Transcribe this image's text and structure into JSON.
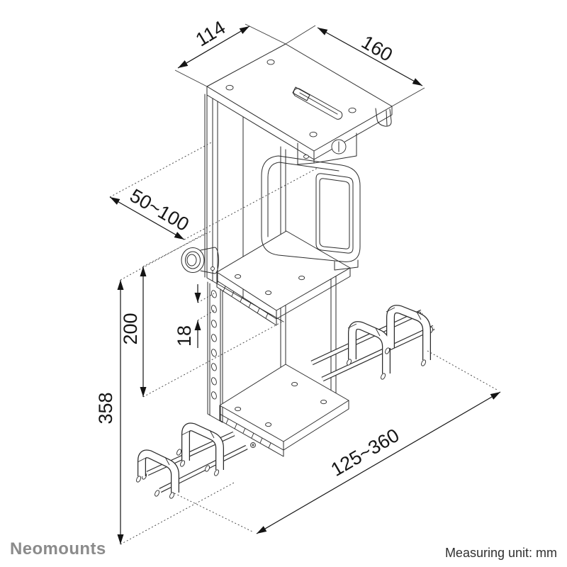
{
  "branding": {
    "logo_text": "Neomounts",
    "logo_color": "#8b8b8b"
  },
  "footer_note": {
    "text": "Measuring unit: mm",
    "color": "#303030"
  },
  "drawing": {
    "subject": "under-desk CPU holder isometric dimension drawing",
    "ink_color": "#2b2b2b",
    "dimension_ink": "#161616",
    "dimensions": {
      "top_plate_depth": "114",
      "top_plate_width": "160",
      "clamp_width_range": "50~100",
      "slide_span": "200",
      "hole_pitch": "18",
      "overall_height": "358",
      "tray_width_range": "125~360"
    }
  }
}
